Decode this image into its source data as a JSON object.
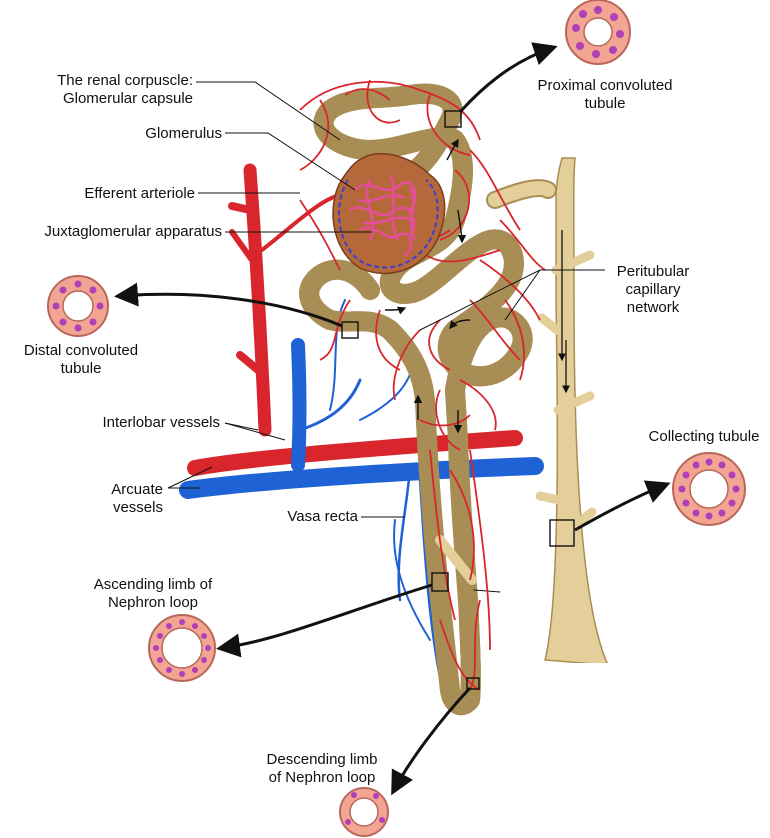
{
  "labels": {
    "renal_corpuscle": [
      "The renal corpuscle:",
      "Glomerular capsule"
    ],
    "glomerulus": "Glomerulus",
    "efferent_arteriole": "Efferent arteriole",
    "juxtaglomerular": "Juxtaglomerular apparatus",
    "distal_tubule": [
      "Distal convoluted",
      "tubule"
    ],
    "interlobar": "Interlobar vessels",
    "arcuate": [
      "Arcuate",
      "vessels"
    ],
    "vasa_recta": "Vasa recta",
    "ascending_limb": [
      "Ascending limb of",
      "Nephron loop"
    ],
    "descending_limb": [
      "Descending limb",
      "of Nephron loop"
    ],
    "proximal_tubule": [
      "Proximal convoluted",
      "tubule"
    ],
    "peritubular": [
      "Peritubular",
      "capillary",
      "network"
    ],
    "collecting_tubule": "Collecting tubule"
  },
  "colors": {
    "artery": "#d8262c",
    "vein": "#1f62d6",
    "tubule": "#e4cf9b",
    "tubule_edge": "#a88d55",
    "capsule": "#b5683a",
    "cell": "#f1a592",
    "nucleus": "#b13fb8"
  }
}
